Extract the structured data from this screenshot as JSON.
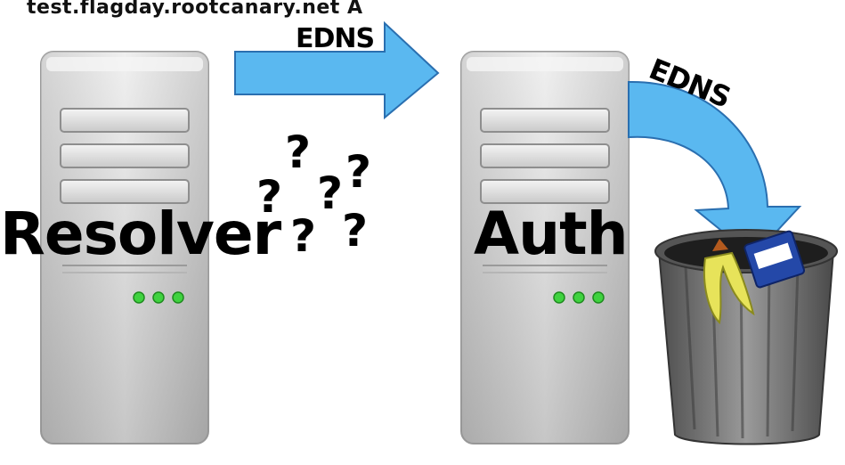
{
  "query": "test.flagday.rootcanary.net A",
  "arrow_label_top": "EDNS",
  "arrow_label_curved": "EDNS",
  "resolver_label": "Resolver",
  "auth_label": "Auth",
  "question_marks": [
    "?",
    "?",
    "?",
    "?",
    "?",
    "?"
  ],
  "colors": {
    "arrow_fill": "#5ab8f0",
    "arrow_stroke": "#2a6fb0",
    "led": "#3fd23f",
    "server_body": "#cfcfcf",
    "trash": "#6e6e6e"
  }
}
